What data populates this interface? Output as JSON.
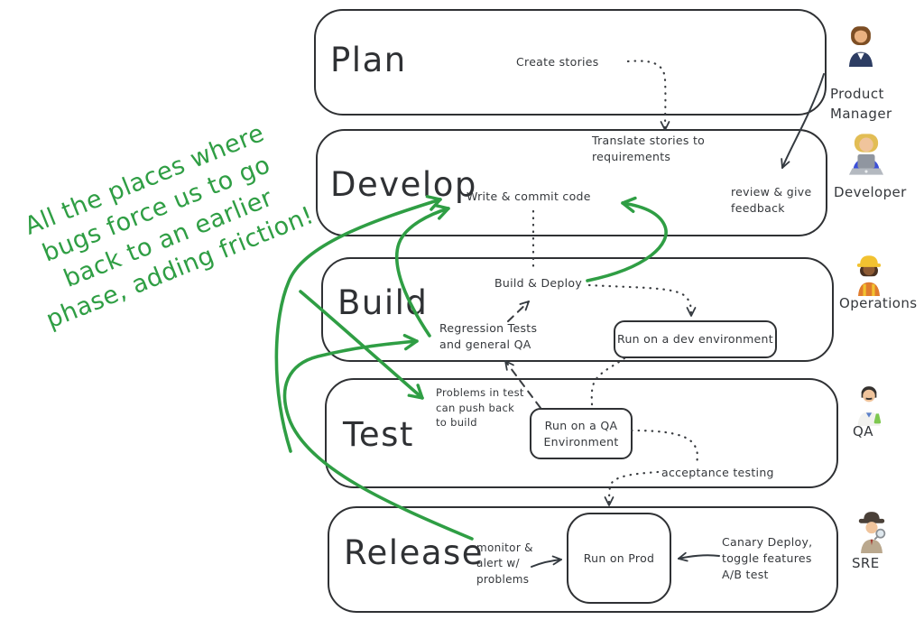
{
  "colors": {
    "ink": "#343a40",
    "accent_green": "#2f9e44"
  },
  "annotation": {
    "text": "All the places where\nbugs force us to go\nback to an earlier\nphase, adding friction!"
  },
  "phases": {
    "plan": {
      "title": "Plan",
      "create_stories": "Create stories"
    },
    "develop": {
      "title": "Develop",
      "translate_stories": "Translate stories to\nrequirements",
      "write_commit": "Write & commit code",
      "review_feedback": "review & give\nfeedback"
    },
    "build": {
      "title": "Build",
      "build_deploy": "Build & Deploy",
      "regression_tests": "Regression Tests\nand general QA",
      "dev_env": "Run on a dev environment"
    },
    "test": {
      "title": "Test",
      "problems_note": "Problems in test\ncan push back\nto build",
      "qa_env": "Run on a QA\nEnvironment",
      "acceptance": "acceptance testing"
    },
    "release": {
      "title": "Release",
      "monitor_note": "monitor &\nalert w/\nproblems",
      "prod_env": "Run on Prod",
      "canary_note": "Canary Deploy,\ntoggle features\nA/B test"
    }
  },
  "roles": {
    "product_manager": {
      "label": "Product\nManager",
      "icon": "woman-office-worker-emoji"
    },
    "developer": {
      "label": "Developer",
      "icon": "woman-technologist-emoji"
    },
    "operations": {
      "label": "Operations",
      "icon": "woman-construction-worker-emoji"
    },
    "qa": {
      "label": "QA",
      "icon": "man-scientist-emoji"
    },
    "sre": {
      "label": "SRE",
      "icon": "detective-emoji"
    }
  }
}
